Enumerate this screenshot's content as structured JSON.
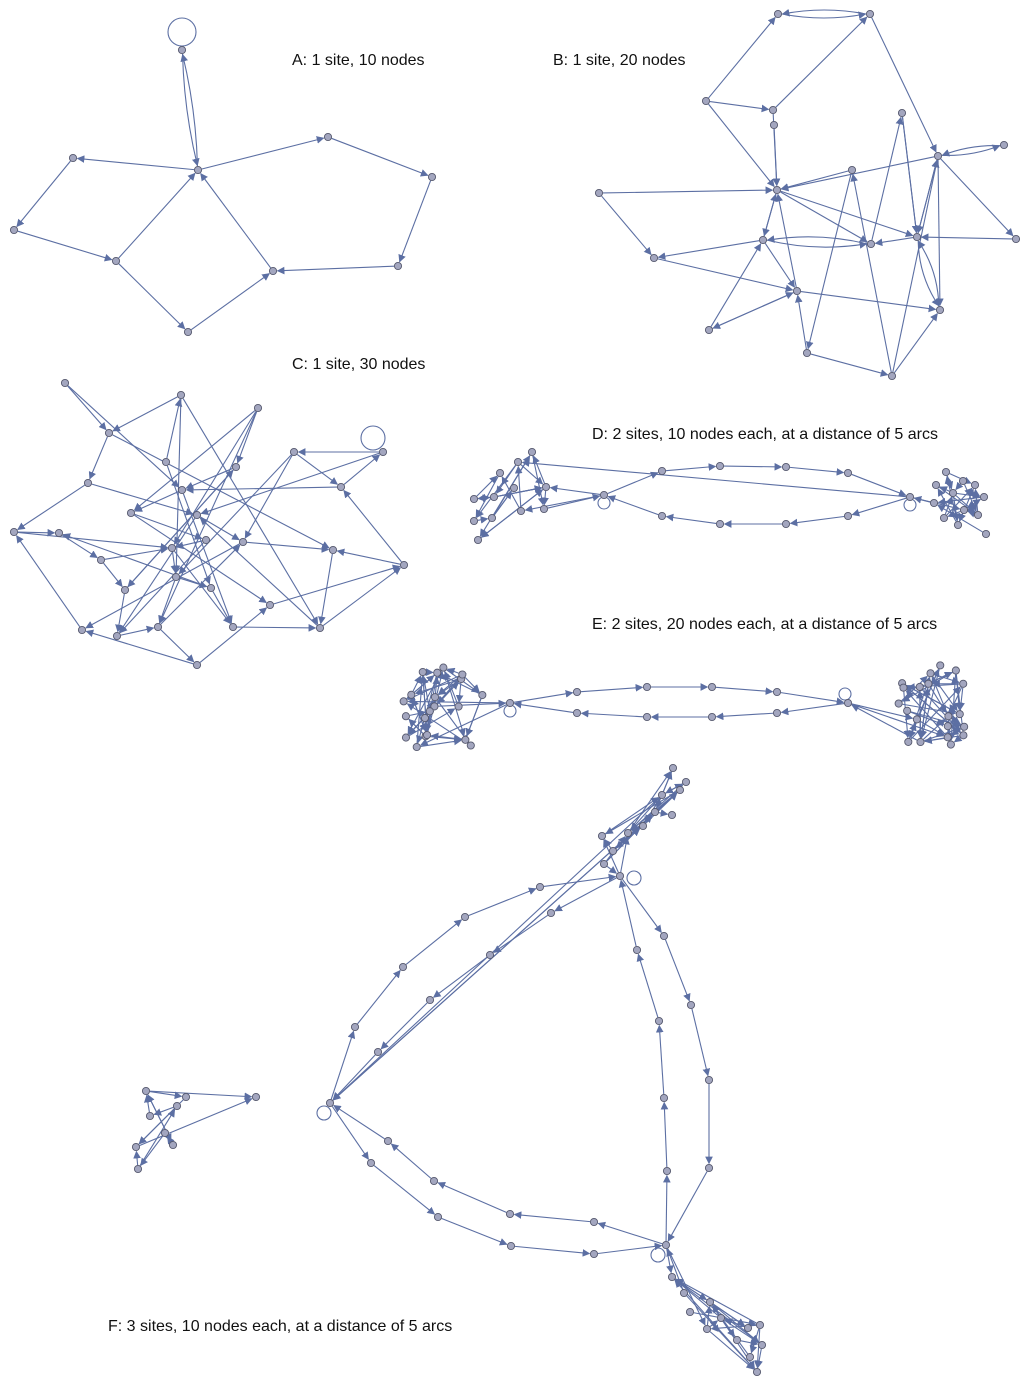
{
  "figure": {
    "panels": [
      {
        "id": "A",
        "label": "A: 1 site, 10 nodes"
      },
      {
        "id": "B",
        "label": "B: 1 site, 20 nodes"
      },
      {
        "id": "C",
        "label": "C: 1 site, 30 nodes"
      },
      {
        "id": "D",
        "label": "D: 2 sites, 10 nodes each, at a distance of 5 arcs"
      },
      {
        "id": "E",
        "label": "E: 2 sites, 20 nodes each, at a distance of 5 arcs"
      },
      {
        "id": "F",
        "label": "F: 3 sites, 10 nodes each, at a distance of 5 arcs"
      }
    ]
  },
  "colors": {
    "edge": "#5c6fa3",
    "node_fill": "#a3a6bf",
    "node_stroke": "#56596e",
    "text": "#111111"
  }
}
